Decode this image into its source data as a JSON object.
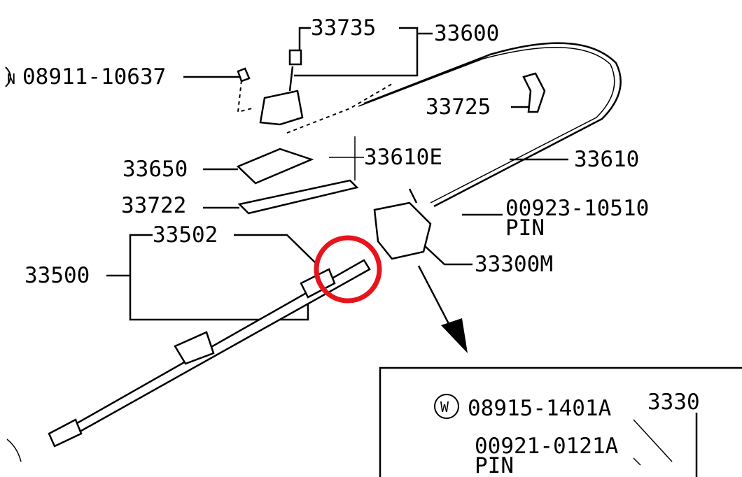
{
  "diagram": {
    "labels": {
      "p33735": "33735",
      "p33600": "33600",
      "p08911": "08911-10637",
      "p33725": "33725",
      "p33610E": "33610E",
      "p33610": "33610",
      "p33650": "33650",
      "p33722": "33722",
      "p00923": "00923-10510",
      "pin1": "PIN",
      "p33502": "33502",
      "p33500": "33500",
      "p33300M": "33300M",
      "p08915": "08915-1401A",
      "p3330": "3330",
      "p00921": "00921-0121A",
      "pin2": "PIN",
      "w_symbol": "W",
      "n_symbol": "N"
    },
    "highlight_color": "#e8141c"
  }
}
